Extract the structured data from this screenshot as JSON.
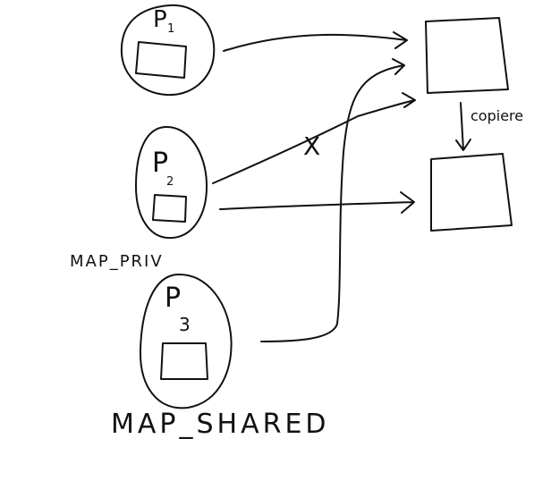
{
  "processes": [
    {
      "label": "P",
      "subscript": "1"
    },
    {
      "label": "P",
      "subscript": "2"
    },
    {
      "label": "P",
      "subscript": "3"
    }
  ],
  "annotations": {
    "map_priv": "MAP_PRIV",
    "map_shared": "MAP_SHARED",
    "copy_label": "copiere",
    "blocked_mark": "X"
  },
  "colors": {
    "ink": "#111111",
    "background": "#ffffff"
  }
}
